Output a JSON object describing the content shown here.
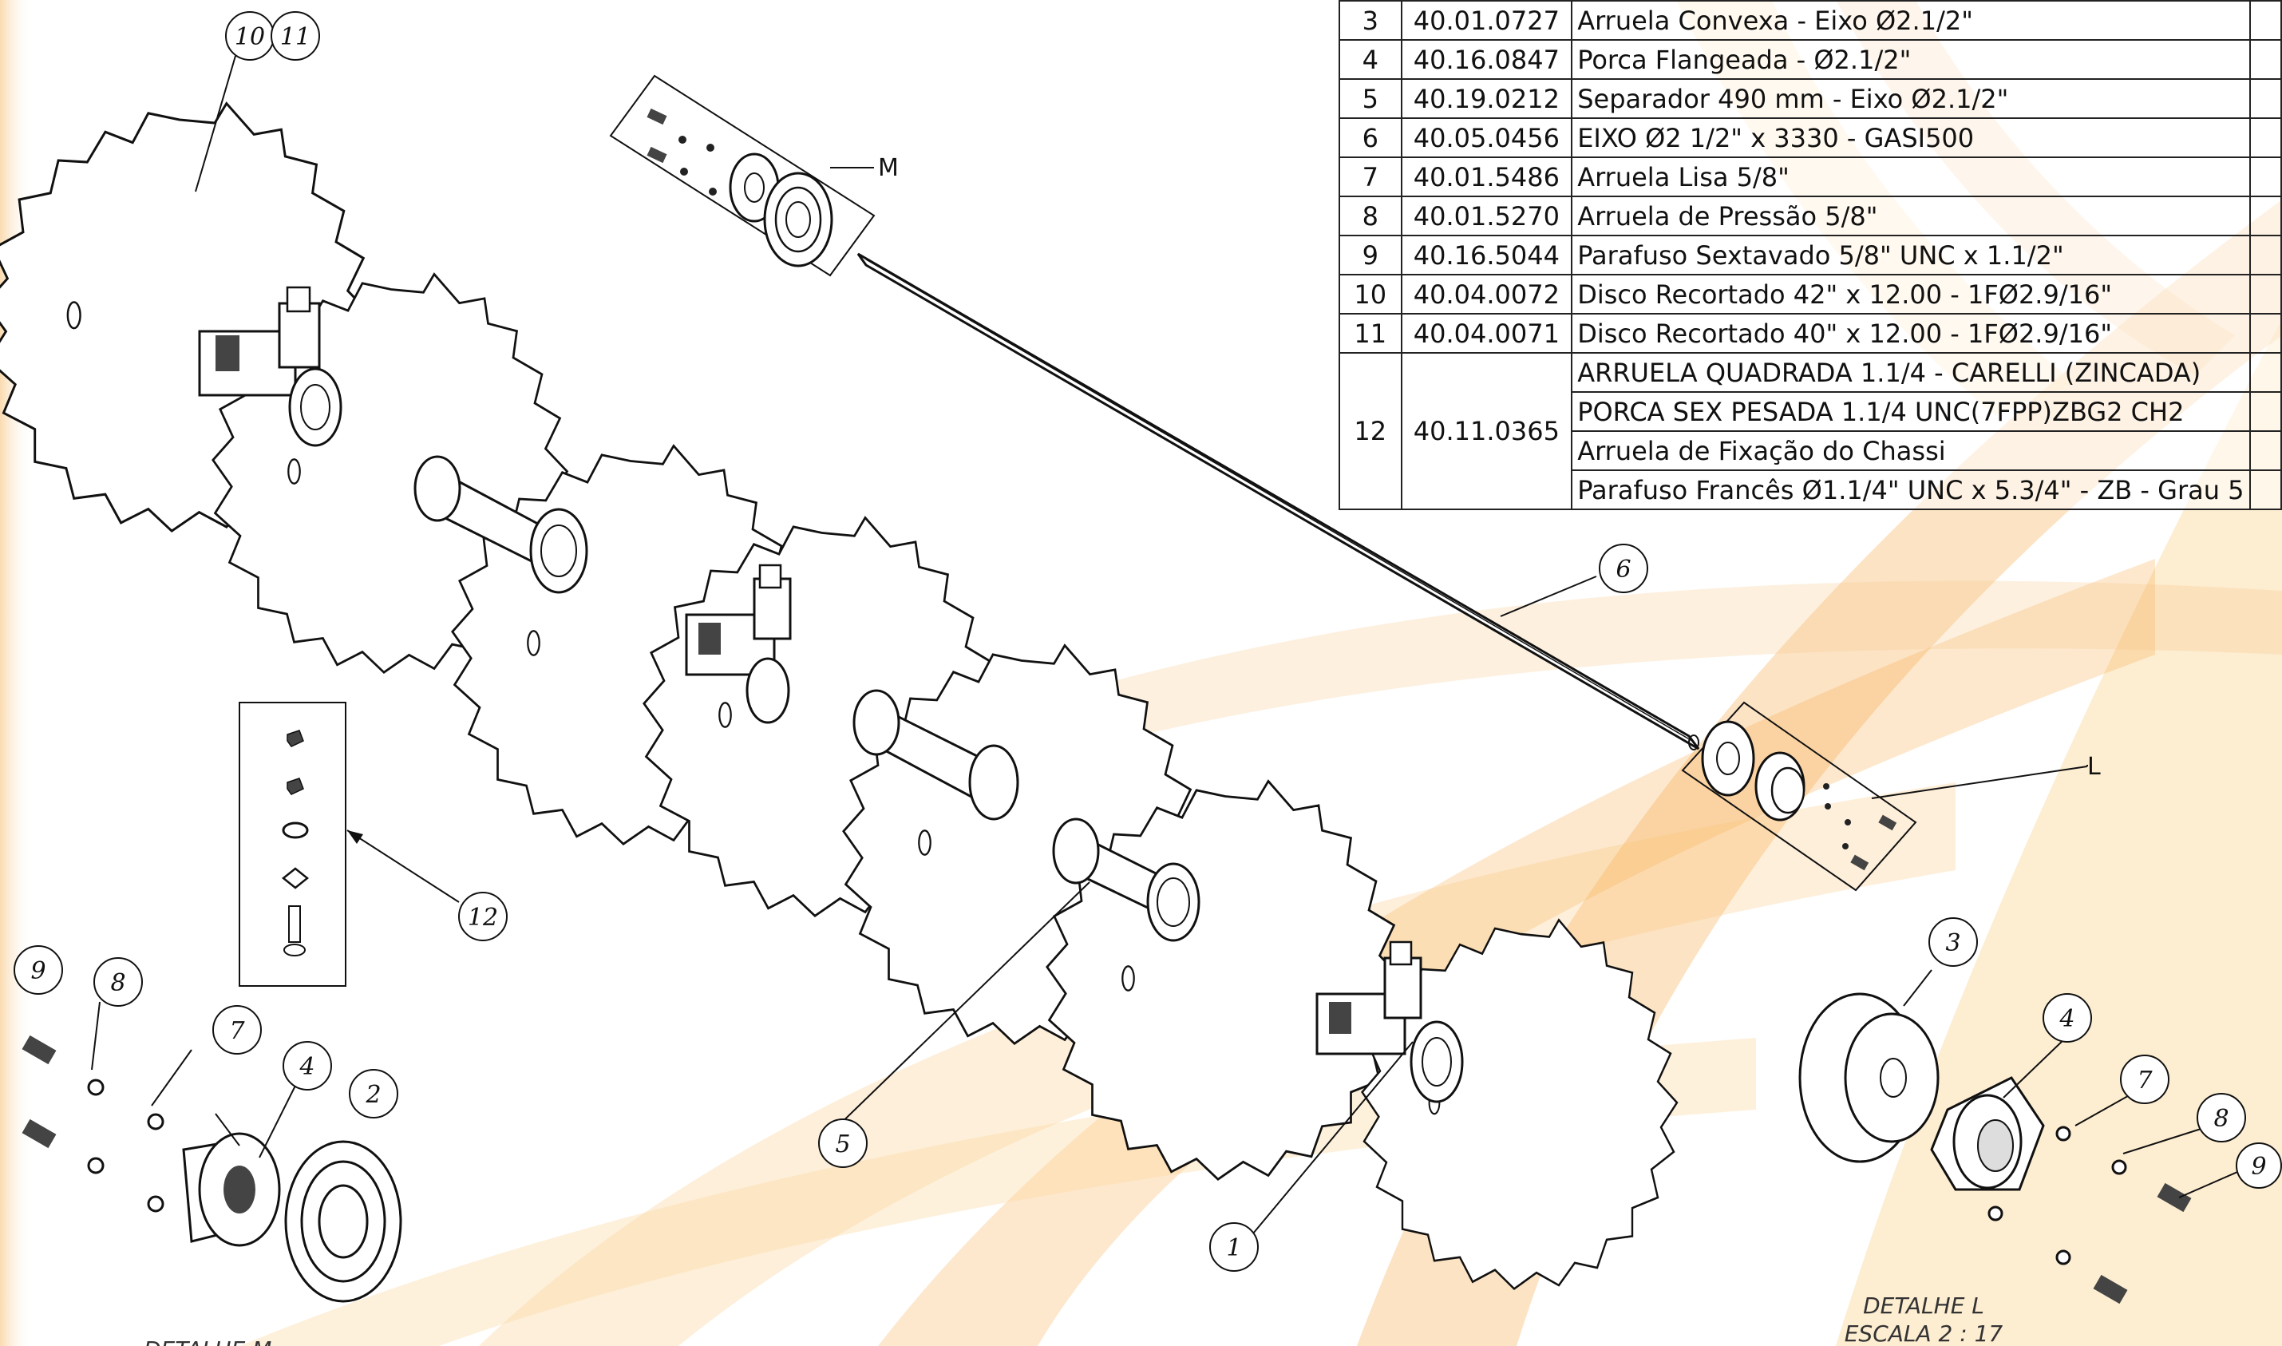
{
  "parts_table": {
    "rows": [
      {
        "item": "3",
        "code": "40.01.0727",
        "descriptions": [
          "Arruela Convexa - Eixo Ø2.1/2\""
        ]
      },
      {
        "item": "4",
        "code": "40.16.0847",
        "descriptions": [
          "Porca Flangeada - Ø2.1/2\""
        ]
      },
      {
        "item": "5",
        "code": "40.19.0212",
        "descriptions": [
          "Separador 490 mm - Eixo Ø2.1/2\""
        ]
      },
      {
        "item": "6",
        "code": "40.05.0456",
        "descriptions": [
          "EIXO Ø2 1/2\" x 3330 - GASI500"
        ]
      },
      {
        "item": "7",
        "code": "40.01.5486",
        "descriptions": [
          "Arruela Lisa 5/8\""
        ]
      },
      {
        "item": "8",
        "code": "40.01.5270",
        "descriptions": [
          "Arruela de Pressão 5/8\""
        ]
      },
      {
        "item": "9",
        "code": "40.16.5044",
        "descriptions": [
          "Parafuso Sextavado 5/8\" UNC x 1.1/2\""
        ]
      },
      {
        "item": "10",
        "code": "40.04.0072",
        "descriptions": [
          "Disco Recortado 42\" x 12.00 - 1FØ2.9/16\""
        ]
      },
      {
        "item": "11",
        "code": "40.04.0071",
        "descriptions": [
          "Disco Recortado 40\" x 12.00 - 1FØ2.9/16\""
        ]
      },
      {
        "item": "12",
        "code": "40.11.0365",
        "descriptions": [
          "ARRUELA QUADRADA 1.1/4 - CARELLI (ZINCADA)",
          "PORCA SEX PESADA 1.1/4 UNC(7FPP)ZBG2 CH2",
          "Arruela de Fixação do Chassi",
          "Parafuso Francês Ø1.1/4\" UNC x 5.3/4\" - ZB - Grau 5"
        ]
      }
    ]
  },
  "callouts": {
    "c10": "10",
    "c11": "11",
    "c12": "12",
    "c6": "6",
    "c5": "5",
    "c1": "1",
    "c9_left": "9",
    "c8_left": "8",
    "c7_left": "7",
    "c4_left": "4",
    "c2_left": "2",
    "c3_right": "3",
    "c4_right": "4",
    "c7_right": "7",
    "c8_right": "8",
    "c9_right": "9"
  },
  "view_labels": {
    "detail_m": "M",
    "detail_l": "L"
  },
  "detail_caption": {
    "line1": "DETALHE L",
    "line2": "ESCALA 2 : 17",
    "cut_left": "DETALHE M"
  },
  "colors": {
    "line": "#111111",
    "watermark_orange": "#f6a23a",
    "watermark_light": "#fbd79a"
  }
}
